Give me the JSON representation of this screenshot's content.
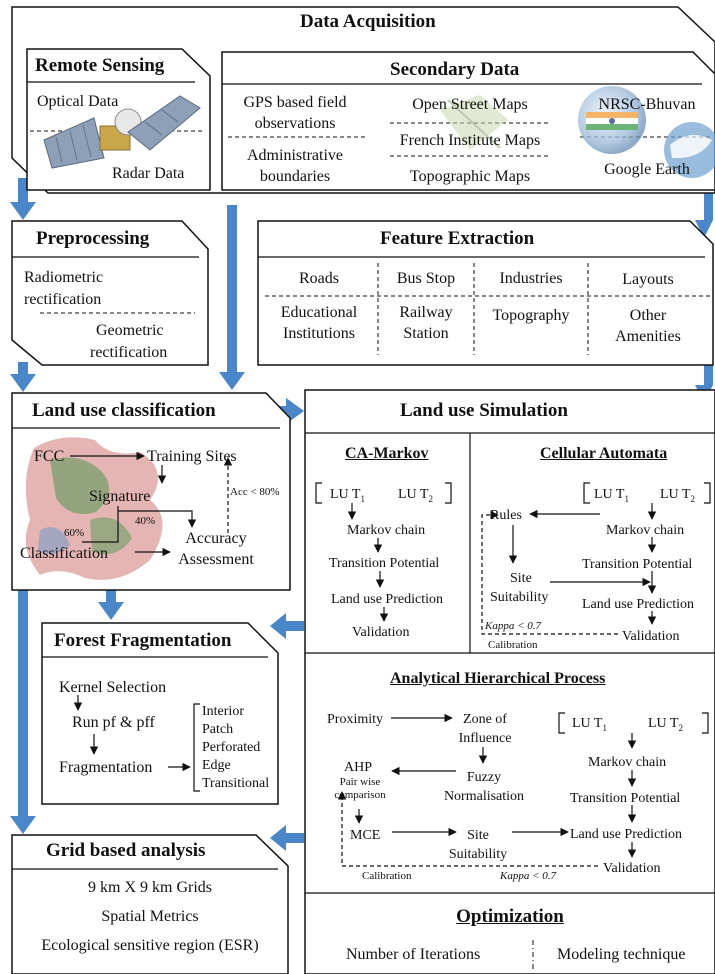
{
  "data_acquisition": {
    "title": "Data Acquisition",
    "remote_sensing": {
      "title": "Remote Sensing",
      "optical": "Optical Data",
      "radar": "Radar Data"
    },
    "secondary": {
      "title": "Secondary Data",
      "gps_line1": "GPS based field",
      "gps_line2": "observations",
      "admin_line1": "Administrative",
      "admin_line2": "boundaries",
      "osm": "Open Street Maps",
      "french": "French Institute Maps",
      "topo": "Topographic Maps",
      "bhuvan": "NRSC-Bhuvan",
      "google_earth": "Google Earth"
    }
  },
  "preprocessing": {
    "title": "Preprocessing",
    "radiometric_line1": "Radiometric",
    "radiometric_line2": "rectification",
    "geometric_line1": "Geometric",
    "geometric_line2": "rectification"
  },
  "feature_extraction": {
    "title": "Feature Extraction",
    "roads": "Roads",
    "bus_stop": "Bus Stop",
    "industries": "Industries",
    "layouts": "Layouts",
    "edu_line1": "Educational",
    "edu_line2": "Institutions",
    "rail_line1": "Railway",
    "rail_line2": "Station",
    "topography": "Topography",
    "other_line1": "Other",
    "other_line2": "Amenities"
  },
  "classification": {
    "title": "Land use classification",
    "fcc": "FCC",
    "training": "Training Sites",
    "signature": "Signature",
    "classification": "Classification",
    "accuracy_line1": "Accuracy",
    "accuracy_line2": "Assessment",
    "pct40": "40%",
    "pct60": "60%",
    "acc_cond": "Acc < 80%"
  },
  "simulation": {
    "title": "Land use Simulation",
    "ca_markov": {
      "title": "CA-Markov",
      "lu": "LU T",
      "sub1": "1",
      "sub2": "2",
      "markov": "Markov chain",
      "transition": "Transition Potential",
      "prediction": "Land use Prediction",
      "validation": "Validation"
    },
    "cellular": {
      "title": "Cellular Automata",
      "rules": "Rules",
      "site_line1": "Site",
      "site_line2": "Suitability",
      "markov": "Markov chain",
      "transition": "Transition Potential",
      "prediction": "Land use Prediction",
      "validation": "Validation",
      "kappa": "Kappa < 0.7",
      "calibration": "Calibration"
    }
  },
  "ahp": {
    "title": "Analytical Hierarchical Process",
    "proximity": "Proximity",
    "zone_line1": "Zone of",
    "zone_line2": "Influence",
    "ahp": "AHP",
    "pair_line1": "Pair wise",
    "pair_line2": "comparison",
    "fuzzy_line1": "Fuzzy",
    "fuzzy_line2": "Normalisation",
    "mce": "MCE",
    "site_line1": "Site",
    "site_line2": "Suitability",
    "markov": "Markov chain",
    "transition": "Transition Potential",
    "prediction": "Land use Prediction",
    "validation": "Validation",
    "calibration": "Calibration",
    "kappa": "Kappa < 0.7"
  },
  "forest": {
    "title": "Forest Fragmentation",
    "kernel": "Kernel Selection",
    "run": "Run pf & pff",
    "fragmentation": "Fragmentation",
    "classes": [
      "Interior",
      "Patch",
      "Perforated",
      "Edge",
      "Transitional"
    ]
  },
  "grid": {
    "title": "Grid based analysis",
    "grids": "9 km X 9 km Grids",
    "metrics": "Spatial Metrics",
    "esr": "Ecological sensitive region (ESR)"
  },
  "optimization": {
    "title": "Optimization",
    "iterations": "Number of Iterations",
    "technique": "Modeling technique"
  },
  "colors": {
    "arrow": "#4a86c8",
    "line": "#111111",
    "box_fill": "#ffffff",
    "inner_fill": "#fafafa"
  }
}
